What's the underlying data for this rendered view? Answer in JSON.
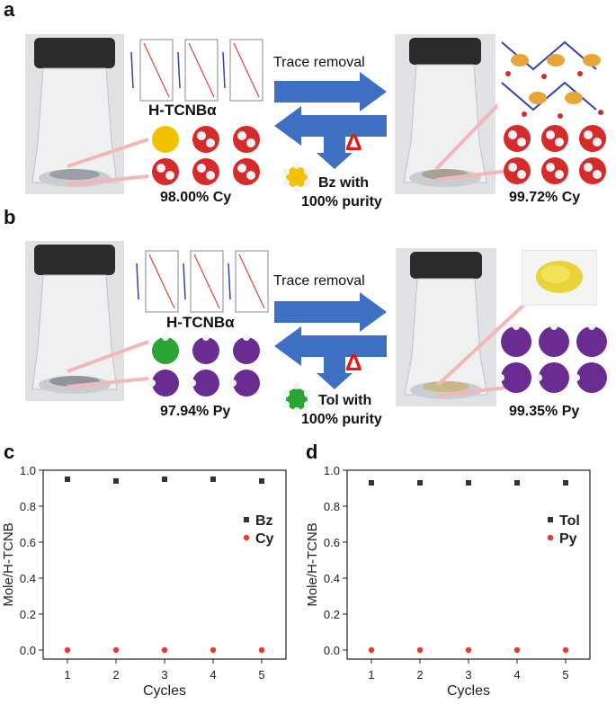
{
  "panels": {
    "a": {
      "letter": "a",
      "crystal_label": "H-TCNBα",
      "left_caption": "98.00% Cy",
      "arrow_label": "Trace removal",
      "delta": "Δ",
      "product_line1": "Bz with",
      "product_line2": "100% purity",
      "right_caption": "99.72% Cy"
    },
    "b": {
      "letter": "b",
      "crystal_label": "H-TCNBα",
      "left_caption": "97.94% Py",
      "arrow_label": "Trace removal",
      "delta": "Δ",
      "product_line1": "Tol with",
      "product_line2": "100% purity",
      "right_caption": "99.35% Py"
    },
    "c": {
      "letter": "c"
    },
    "d": {
      "letter": "d"
    }
  },
  "colors": {
    "arrow": "#3d6fc2",
    "delta": "#e0191b",
    "series_black": "#333333",
    "series_red": "#e53935",
    "bz_yellow": "#f2c200",
    "tol_green": "#2aa532",
    "py_purple": "#6b2c91",
    "cy_red": "#d62b2b"
  },
  "chart_data": [
    {
      "type": "scatter",
      "panel": "c",
      "title": "",
      "xlabel": "Cycles",
      "ylabel": "Mole/H-TCNB",
      "x": [
        1,
        2,
        3,
        4,
        5
      ],
      "xticks": [
        "1",
        "2",
        "3",
        "4",
        "5"
      ],
      "yticks": [
        "0.0",
        "0.2",
        "0.4",
        "0.6",
        "0.8",
        "1.0"
      ],
      "xlim": [
        0.5,
        5.5
      ],
      "ylim": [
        -0.05,
        1.0
      ],
      "grid": false,
      "legend": "right",
      "series": [
        {
          "name": "Bz",
          "color": "#333333",
          "marker": "square",
          "values": [
            0.95,
            0.94,
            0.95,
            0.95,
            0.94
          ]
        },
        {
          "name": "Cy",
          "color": "#e53935",
          "marker": "circle",
          "values": [
            0.0,
            0.0,
            0.0,
            0.0,
            0.0
          ]
        }
      ]
    },
    {
      "type": "scatter",
      "panel": "d",
      "title": "",
      "xlabel": "Cycles",
      "ylabel": "Mole/H-TCNB",
      "x": [
        1,
        2,
        3,
        4,
        5
      ],
      "xticks": [
        "1",
        "2",
        "3",
        "4",
        "5"
      ],
      "yticks": [
        "0.0",
        "0.2",
        "0.4",
        "0.6",
        "0.8",
        "1.0"
      ],
      "xlim": [
        0.5,
        5.5
      ],
      "ylim": [
        -0.05,
        1.0
      ],
      "grid": false,
      "legend": "right",
      "series": [
        {
          "name": "Tol",
          "color": "#333333",
          "marker": "square",
          "values": [
            0.93,
            0.93,
            0.93,
            0.93,
            0.93
          ]
        },
        {
          "name": "Py",
          "color": "#e53935",
          "marker": "circle",
          "values": [
            0.0,
            0.0,
            0.0,
            0.0,
            0.0
          ]
        }
      ]
    }
  ]
}
